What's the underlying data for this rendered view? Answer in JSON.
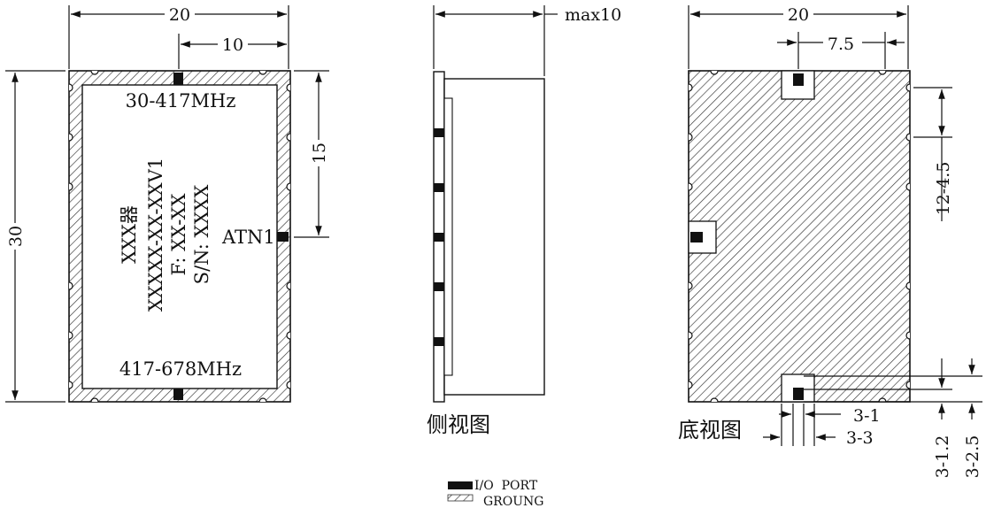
{
  "top_view": {
    "width_dim": "20",
    "half_dim": "10",
    "height_dim": "30",
    "atn_dim": "15",
    "freq_top": "30-417MHz",
    "freq_bottom": "417-678MHz",
    "port_label": "ATN1",
    "marking_lines": [
      "XXX器",
      "XXXXX-XX-XXV1",
      "F: XX-XX",
      "S/N: XXXX"
    ]
  },
  "side_view": {
    "height_dim": "max10",
    "caption": "侧视图"
  },
  "bottom_view": {
    "width_dim": "20",
    "pad_offset_dim": "7.5",
    "pitch_dim": "12-4.5",
    "caption": "底视图",
    "detail_dims": [
      "3-1",
      "3-3",
      "3-1.2",
      "3-2.5"
    ]
  },
  "legend": {
    "io_label": "I/O  PORT",
    "ground_label": "GROUNG"
  }
}
